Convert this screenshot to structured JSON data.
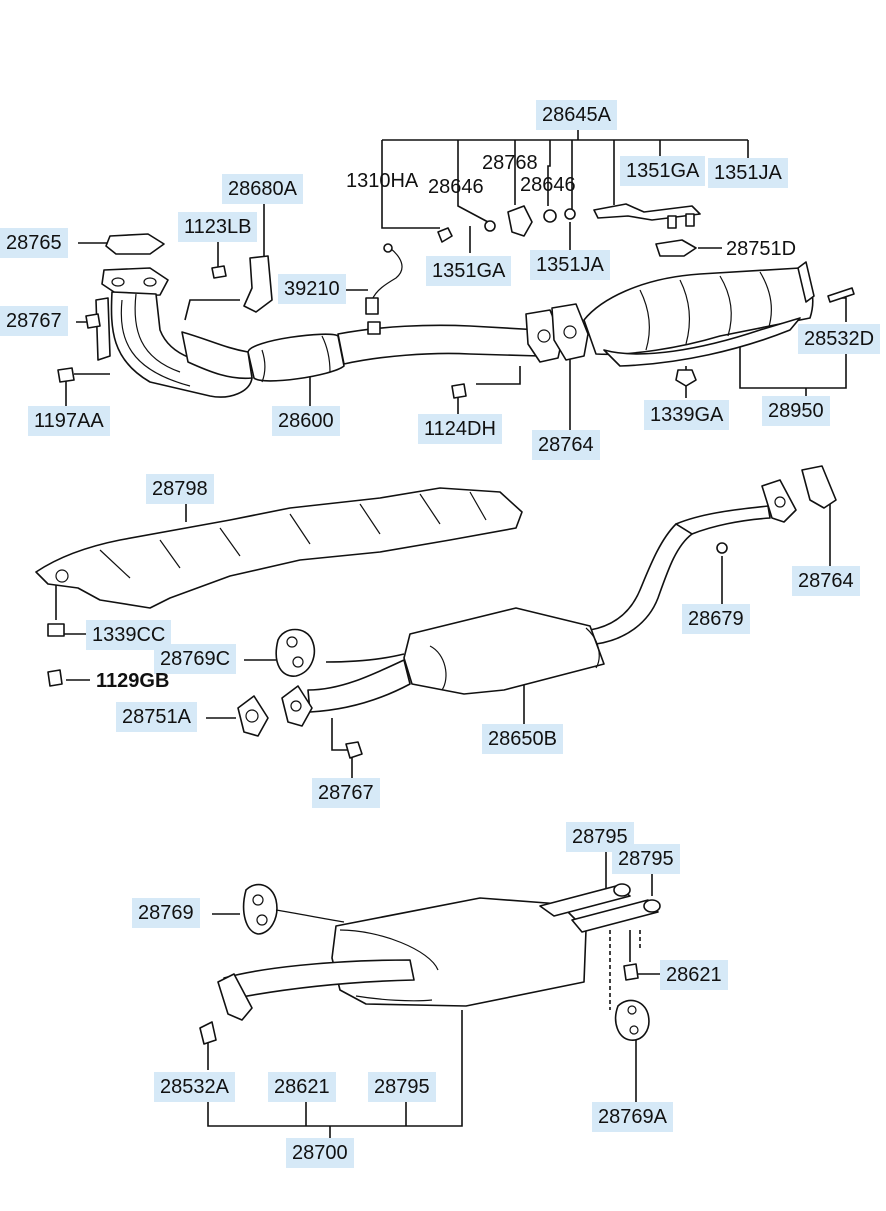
{
  "labels": [
    {
      "id": "28645A",
      "text": "28645A"
    },
    {
      "id": "28768",
      "text": "28768"
    },
    {
      "id": "1310HA",
      "text": "1310HA"
    },
    {
      "id": "28646a",
      "text": "28646"
    },
    {
      "id": "28646b",
      "text": "28646"
    },
    {
      "id": "1351GA_top",
      "text": "1351GA"
    },
    {
      "id": "1351JA_top",
      "text": "1351JA"
    },
    {
      "id": "28680A",
      "text": "28680A"
    },
    {
      "id": "28765",
      "text": "28765"
    },
    {
      "id": "1123LB",
      "text": "1123LB"
    },
    {
      "id": "1351GA",
      "text": "1351GA"
    },
    {
      "id": "1351JA",
      "text": "1351JA"
    },
    {
      "id": "28751D",
      "text": "28751D"
    },
    {
      "id": "39210",
      "text": "39210"
    },
    {
      "id": "28767_top",
      "text": "28767"
    },
    {
      "id": "28532D",
      "text": "28532D"
    },
    {
      "id": "1197AA",
      "text": "1197AA"
    },
    {
      "id": "28600",
      "text": "28600"
    },
    {
      "id": "1124DH",
      "text": "1124DH"
    },
    {
      "id": "1339GA",
      "text": "1339GA"
    },
    {
      "id": "28950",
      "text": "28950"
    },
    {
      "id": "28764_top",
      "text": "28764"
    },
    {
      "id": "28798",
      "text": "28798"
    },
    {
      "id": "28764_mid",
      "text": "28764"
    },
    {
      "id": "28679",
      "text": "28679"
    },
    {
      "id": "1339CC",
      "text": "1339CC"
    },
    {
      "id": "28769C",
      "text": "28769C"
    },
    {
      "id": "1129GB",
      "text": "1129GB"
    },
    {
      "id": "28751A",
      "text": "28751A"
    },
    {
      "id": "28650B",
      "text": "28650B"
    },
    {
      "id": "28767_mid",
      "text": "28767"
    },
    {
      "id": "28795_a",
      "text": "28795"
    },
    {
      "id": "28795_b",
      "text": "28795"
    },
    {
      "id": "28769",
      "text": "28769"
    },
    {
      "id": "28621_right",
      "text": "28621"
    },
    {
      "id": "28532A",
      "text": "28532A"
    },
    {
      "id": "28621_bottom",
      "text": "28621"
    },
    {
      "id": "28795_bottom",
      "text": "28795"
    },
    {
      "id": "28769A",
      "text": "28769A"
    },
    {
      "id": "28700",
      "text": "28700"
    }
  ]
}
